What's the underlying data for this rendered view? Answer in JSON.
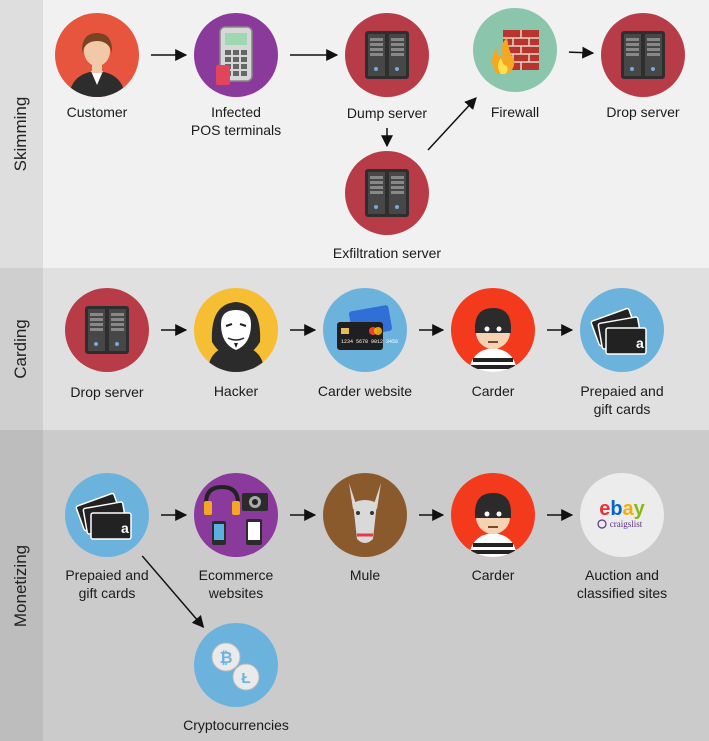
{
  "bands": [
    {
      "id": "skimming",
      "label": "Skimming",
      "bg": "#f1f1f1",
      "side": "#dedede"
    },
    {
      "id": "carding",
      "label": "Carding",
      "bg": "#e0e0e0",
      "side": "#cfcfcf"
    },
    {
      "id": "monetizing",
      "label": "Monetizing",
      "bg": "#cbcbcb",
      "side": "#bdbdbd"
    }
  ],
  "nodes": [
    {
      "id": "customer",
      "label": "Customer",
      "icon": "customer-icon",
      "color": "#e7553f"
    },
    {
      "id": "pos",
      "label": "Infected\nPOS terminals",
      "icon": "pos-terminal-icon",
      "color": "#8a3a9b"
    },
    {
      "id": "dump",
      "label": "Dump server",
      "icon": "server-icon",
      "color": "#b83c48"
    },
    {
      "id": "firewall",
      "label": "Firewall",
      "icon": "firewall-icon",
      "color": "#8ac5ac"
    },
    {
      "id": "drop1",
      "label": "Drop server",
      "icon": "server-icon",
      "color": "#b83c48"
    },
    {
      "id": "exfil",
      "label": "Exfiltration server",
      "icon": "server-icon",
      "color": "#b83c48"
    },
    {
      "id": "drop2",
      "label": "Drop server",
      "icon": "server-icon",
      "color": "#b83c48"
    },
    {
      "id": "hacker",
      "label": "Hacker",
      "icon": "hacker-mask-icon",
      "color": "#f6be32"
    },
    {
      "id": "carderweb",
      "label": "Carder website",
      "icon": "credit-cards-icon",
      "color": "#6bb3dd"
    },
    {
      "id": "carder1",
      "label": "Carder",
      "icon": "burglar-icon",
      "color": "#f33a1c"
    },
    {
      "id": "prepaid1",
      "label": "Prepaied and\ngift cards",
      "icon": "gift-cards-icon",
      "color": "#6bb3dd"
    },
    {
      "id": "prepaid2",
      "label": "Prepaied and\ngift cards",
      "icon": "gift-cards-icon",
      "color": "#6bb3dd"
    },
    {
      "id": "ecommerce",
      "label": "Ecommerce\nwebsites",
      "icon": "electronics-icon",
      "color": "#8a3a9b"
    },
    {
      "id": "mule",
      "label": "Mule",
      "icon": "mule-icon",
      "color": "#8a5a2c"
    },
    {
      "id": "carder2",
      "label": "Carder",
      "icon": "burglar-icon",
      "color": "#f33a1c"
    },
    {
      "id": "auction",
      "label": "Auction and\nclassified sites",
      "icon": "ebay-craigslist-icon",
      "color": "#ececec"
    },
    {
      "id": "crypto",
      "label": "Cryptocurrencies",
      "icon": "crypto-coins-icon",
      "color": "#6bb3dd"
    }
  ],
  "edges": [
    [
      "customer",
      "pos"
    ],
    [
      "pos",
      "dump"
    ],
    [
      "dump",
      "exfil"
    ],
    [
      "exfil",
      "firewall"
    ],
    [
      "firewall",
      "drop1"
    ],
    [
      "drop2",
      "hacker"
    ],
    [
      "hacker",
      "carderweb"
    ],
    [
      "carderweb",
      "carder1"
    ],
    [
      "carder1",
      "prepaid1"
    ],
    [
      "prepaid2",
      "ecommerce"
    ],
    [
      "ecommerce",
      "mule"
    ],
    [
      "mule",
      "carder2"
    ],
    [
      "carder2",
      "auction"
    ],
    [
      "prepaid2",
      "crypto"
    ]
  ],
  "logos": {
    "ebay": "ebay",
    "craigslist": "craigslist"
  },
  "card_text": {
    "card_number": "1234 5678 9012 3456",
    "amazon": "amazon"
  }
}
